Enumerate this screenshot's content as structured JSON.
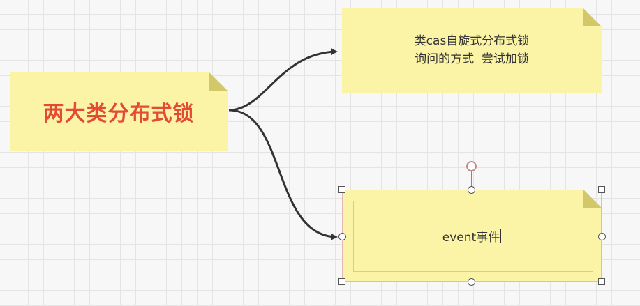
{
  "nodes": {
    "main": {
      "label": "两大类分布式锁"
    },
    "cas": {
      "line1": "类cas自旋式分布式锁",
      "line2": "询问的方式  尝试加锁"
    },
    "event": {
      "label": "event事件"
    }
  },
  "edges": [
    {
      "from": "main",
      "to": "cas"
    },
    {
      "from": "main",
      "to": "event"
    }
  ],
  "colors": {
    "note_fill": "#fbf3a6",
    "note_fold": "#d2c86a",
    "main_text": "#e34b35",
    "connector": "#333333"
  }
}
